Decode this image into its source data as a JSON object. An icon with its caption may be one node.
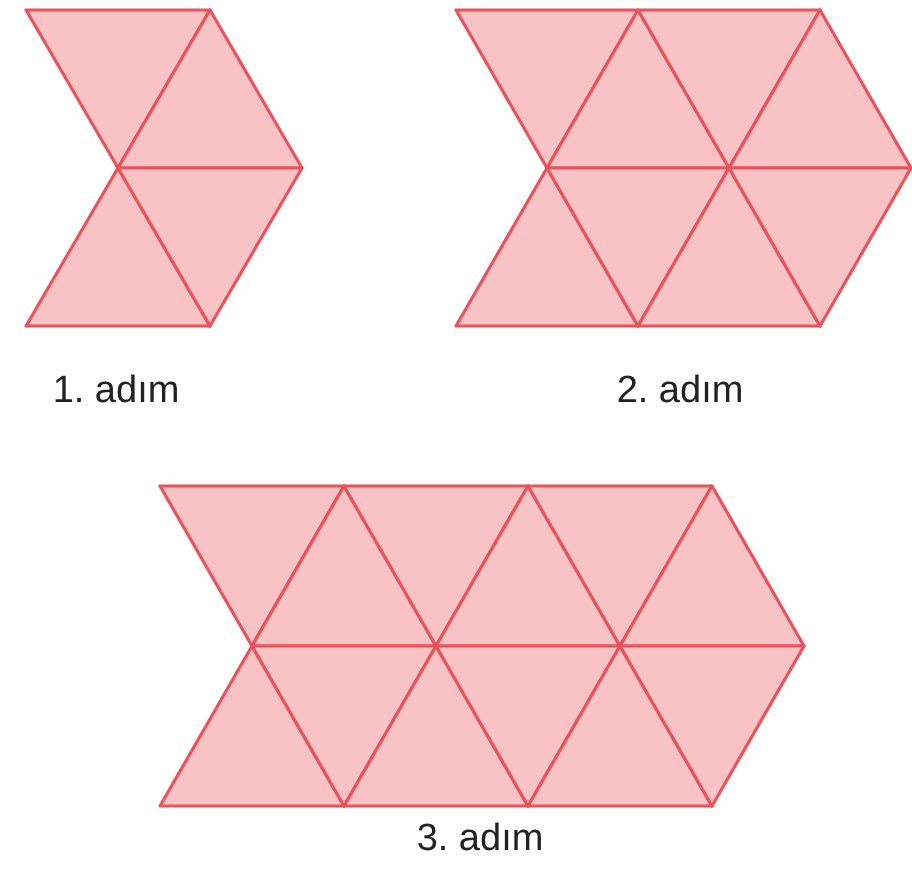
{
  "diagram": {
    "labels": [
      "1. adım",
      "2. adım",
      "3. adım"
    ]
  }
}
